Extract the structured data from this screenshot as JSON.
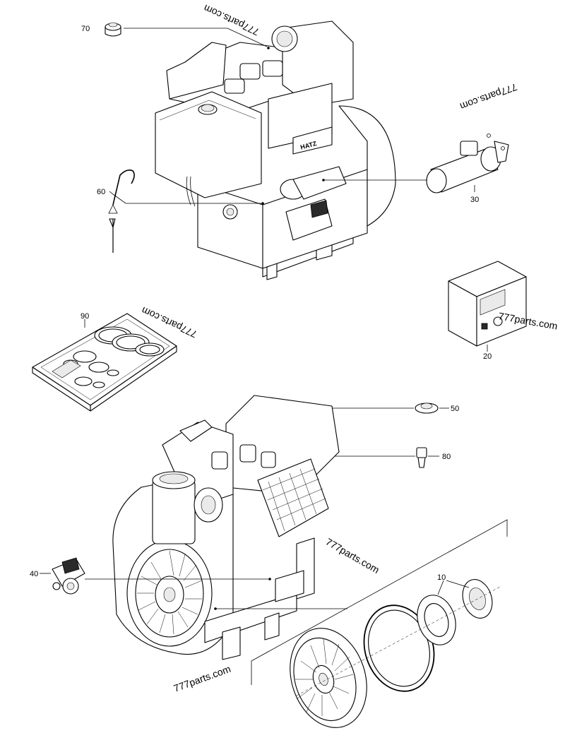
{
  "callouts": {
    "c70": "70",
    "c60": "60",
    "c30": "30",
    "c90": "90",
    "c20": "20",
    "c50": "50",
    "c80": "80",
    "c40": "40",
    "c10": "10"
  },
  "engine_brand": "HATZ",
  "watermarks": {
    "wm1": "777parts.com",
    "wm2": "777parts.com",
    "wm3": "777parts.com",
    "wm4": "777parts.com",
    "wm5": "777parts.com",
    "wm6": "777parts.com"
  }
}
